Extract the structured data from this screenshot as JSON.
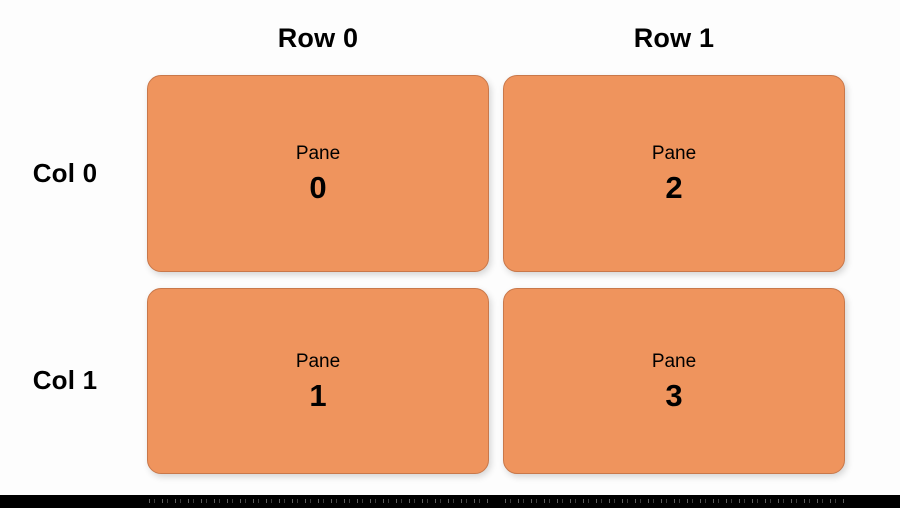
{
  "figure": {
    "background_color": "#fdfdfd",
    "pane_fill_color": "#ef945d",
    "pane_border_color": "#c9784a",
    "text_color": "#000000"
  },
  "column_headers": [
    {
      "label": "Row 0"
    },
    {
      "label": "Row 1"
    }
  ],
  "row_headers": [
    {
      "label": "Col 0"
    },
    {
      "label": "Col 1"
    }
  ],
  "panes": [
    {
      "label": "Pane",
      "index": "0",
      "row_header": "Col 0",
      "column_header": "Row 0"
    },
    {
      "label": "Pane",
      "index": "2",
      "row_header": "Col 0",
      "column_header": "Row 1"
    },
    {
      "label": "Pane",
      "index": "1",
      "row_header": "Col 1",
      "column_header": "Row 0"
    },
    {
      "label": "Pane",
      "index": "3",
      "row_header": "Col 1",
      "column_header": "Row 1"
    }
  ],
  "bottom_bar": {
    "color": "#000000"
  }
}
